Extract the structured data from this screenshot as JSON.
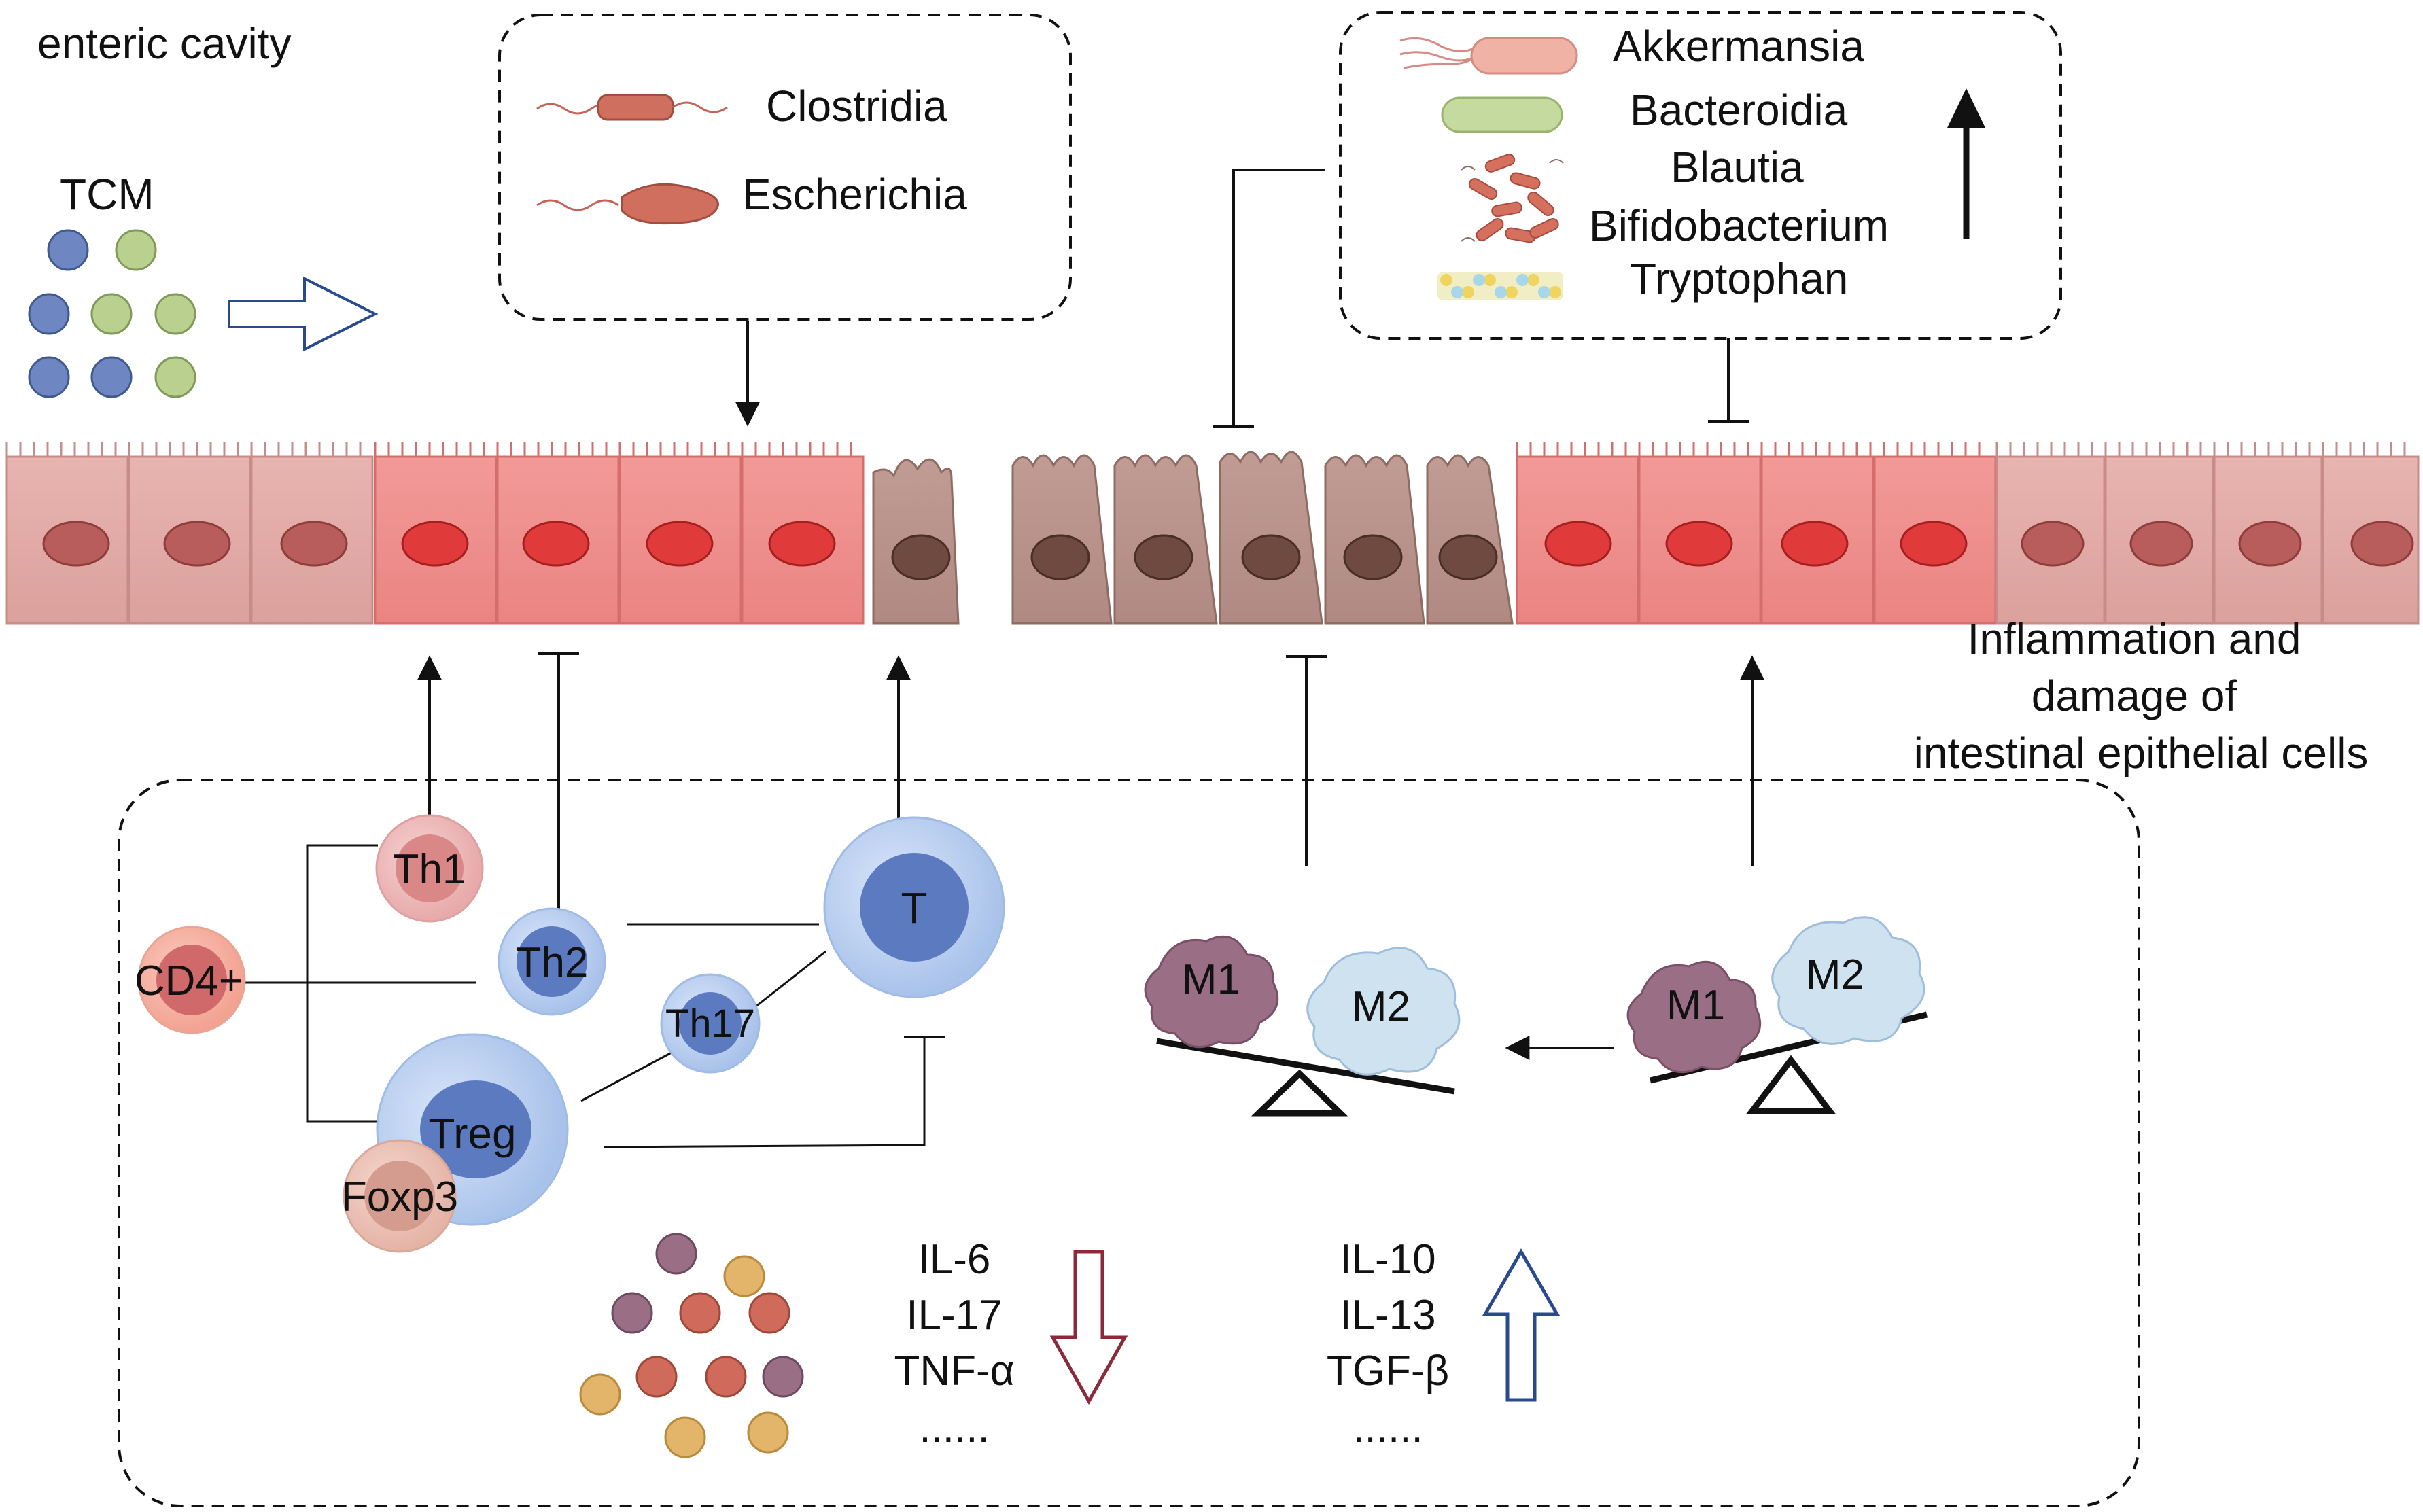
{
  "labels": {
    "cavity": "enteric cavity",
    "tcm": "TCM",
    "damage_line1": "Inflammation and",
    "damage_line2": "damage of",
    "damage_line3": "intestinal epithelial cells"
  },
  "harmful_bacteria": [
    "Clostridia",
    "Escherichia"
  ],
  "beneficial_factors": [
    "Akkermansia",
    "Bacteroidia",
    "Blautia",
    "Bifidobacterium",
    "Tryptophan"
  ],
  "immune_cells": {
    "cd4": "CD4+",
    "th1": "Th1",
    "th2": "Th2",
    "th17": "Th17",
    "treg": "Treg",
    "foxp3": "Foxp3",
    "t": "T"
  },
  "macrophages": {
    "m1": "M1",
    "m2": "M2"
  },
  "pro_inflammatory_cytokines": [
    "IL-6",
    "IL-17",
    "TNF-α",
    "......"
  ],
  "anti_inflammatory_cytokines": [
    "IL-10",
    "IL-13",
    "TGF-β",
    "......"
  ],
  "colors": {
    "tcm_blue": "#6e86c2",
    "tcm_green": "#b9d08f",
    "cell_pale": "#e4a9a5",
    "cell_red": "#ef8e8e",
    "cell_damaged": "#b89088",
    "nucleus_red": "#e03a3a",
    "nucleus_pale": "#b85c5c",
    "nucleus_damaged": "#6e4a40",
    "down_arrow": "#8b2a3a",
    "up_arrow": "#2a4a8e"
  }
}
